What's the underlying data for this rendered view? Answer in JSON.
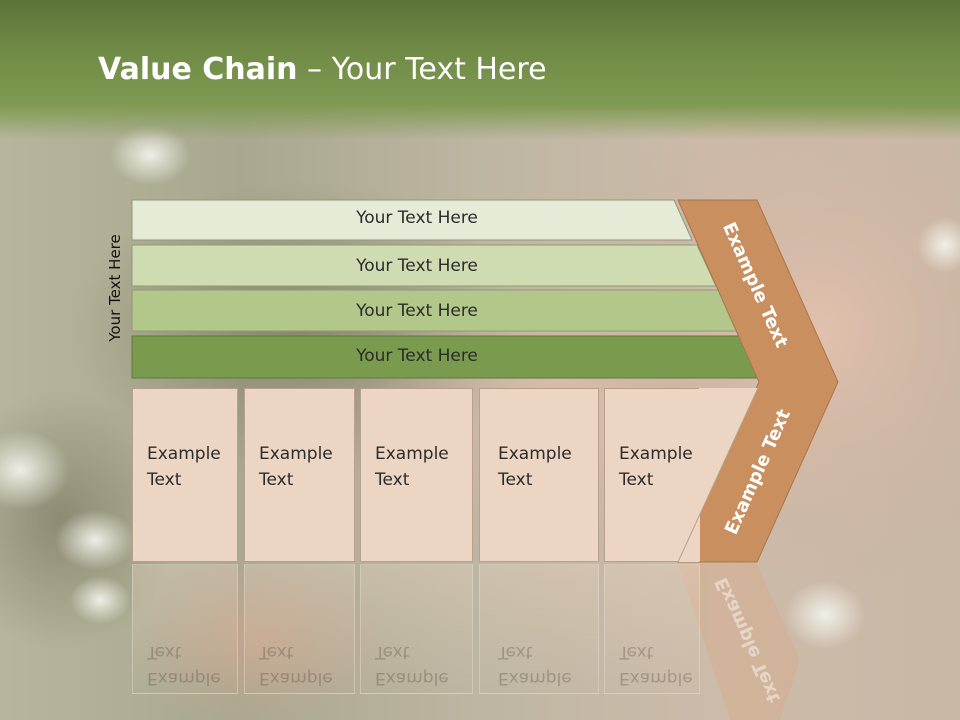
{
  "slide": {
    "title_bold": "Value Chain",
    "title_rest": " – Your Text Here"
  },
  "side_label": "Your Text Here",
  "bars": [
    {
      "label": "Your Text Here",
      "color": "#e6ebd8"
    },
    {
      "label": "Your Text Here",
      "color": "#cfdcb2"
    },
    {
      "label": "Your Text Here",
      "color": "#b2c78a"
    },
    {
      "label": "Your Text Here",
      "color": "#7a9a4e"
    }
  ],
  "boxes": [
    {
      "line1": "Example",
      "line2": "Text"
    },
    {
      "line1": "Example",
      "line2": "Text"
    },
    {
      "line1": "Example",
      "line2": "Text"
    },
    {
      "line1": "Example",
      "line2": "Text"
    },
    {
      "line1": "Example",
      "line2": "Text"
    }
  ],
  "chevron": {
    "upper_label": "Example Text",
    "lower_label": "Example Text",
    "color": "#c98f5f"
  }
}
